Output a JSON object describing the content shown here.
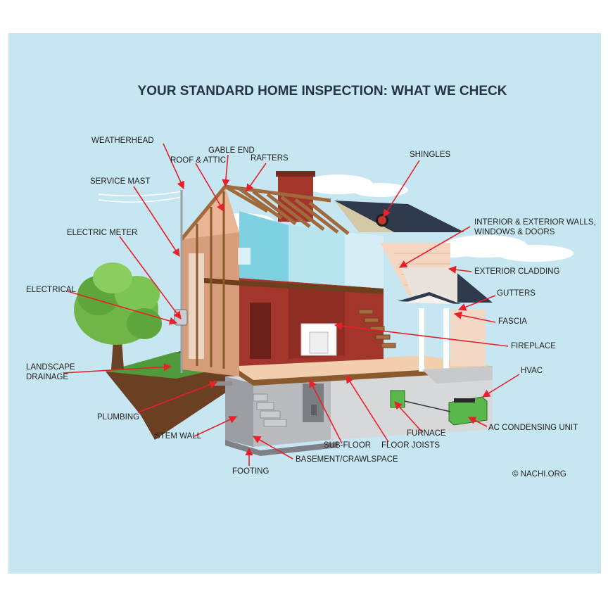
{
  "title": "YOUR STANDARD HOME INSPECTION: WHAT WE CHECK",
  "credit": "© NACHI.ORG",
  "labels": {
    "weatherhead": "WEATHERHEAD",
    "gable_end": "GABLE END",
    "roof_attic": "ROOF & ATTIC",
    "rafters": "RAFTERS",
    "shingles": "SHINGLES",
    "service_mast": "SERVICE MAST",
    "electric_meter": "ELECTRIC METER",
    "walls_line1": "INTERIOR & EXTERIOR WALLS,",
    "walls_line2": "WINDOWS & DOORS",
    "exterior_cladding": "EXTERIOR CLADDING",
    "electrical": "ELECTRICAL",
    "gutters": "GUTTERS",
    "fascia": "FASCIA",
    "fireplace": "FIREPLACE",
    "hvac": "HVAC",
    "landscape_line1": "LANDSCAPE",
    "landscape_line2": "DRAINAGE",
    "plumbing": "PLUMBING",
    "ac_unit": "AC CONDENSING UNIT",
    "furnace": "FURNACE",
    "stem_wall": "STEM WALL",
    "sub_floor": "SUB-FLOOR",
    "floor_joists": "FLOOR JOISTS",
    "basement": "BASEMENT/CRAWLSPACE",
    "footing": "FOOTING"
  },
  "colors": {
    "sky": "#c6e6f1",
    "brick_red": "#a3352a",
    "arrow_red": "#e8202a",
    "roof_dark": "#2f3b4c",
    "lumber": "#a06a3c",
    "concrete": "#9b9ea3",
    "grass": "#4f9b3c",
    "hvac_green": "#58b84a"
  },
  "badge_icon": "nachi-logo-icon"
}
